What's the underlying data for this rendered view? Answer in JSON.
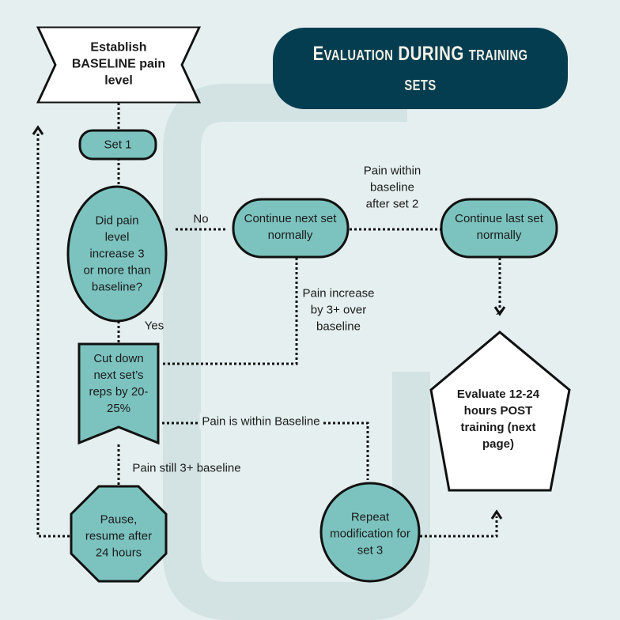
{
  "title": "Evaluation DURING training sets",
  "nodes": {
    "baseline": "Establish BASELINE pain level",
    "set1": "Set 1",
    "decision": "Did pain level increase 3 or more than baseline?",
    "continue_next": "Continue next set normally",
    "continue_last": "Continue last set normally",
    "evaluate": "Evaluate 12-24 hours POST training (next page)",
    "cut_down": "Cut down next set’s reps by 20-25%",
    "pause": "Pause, resume after 24 hours",
    "repeat": "Repeat modification for set 3"
  },
  "edges": {
    "no": "No",
    "yes": "Yes",
    "within_after_set2": "Pain within baseline after set 2",
    "increase_over": "Pain increase by 3+ over baseline",
    "within_baseline": "Pain is within Baseline",
    "still_3plus": "Pain still 3+ baseline"
  },
  "colors": {
    "background": "#e5efef",
    "node": "#7cc3bf",
    "title_bg": "#053d50",
    "stroke": "#111111"
  }
}
